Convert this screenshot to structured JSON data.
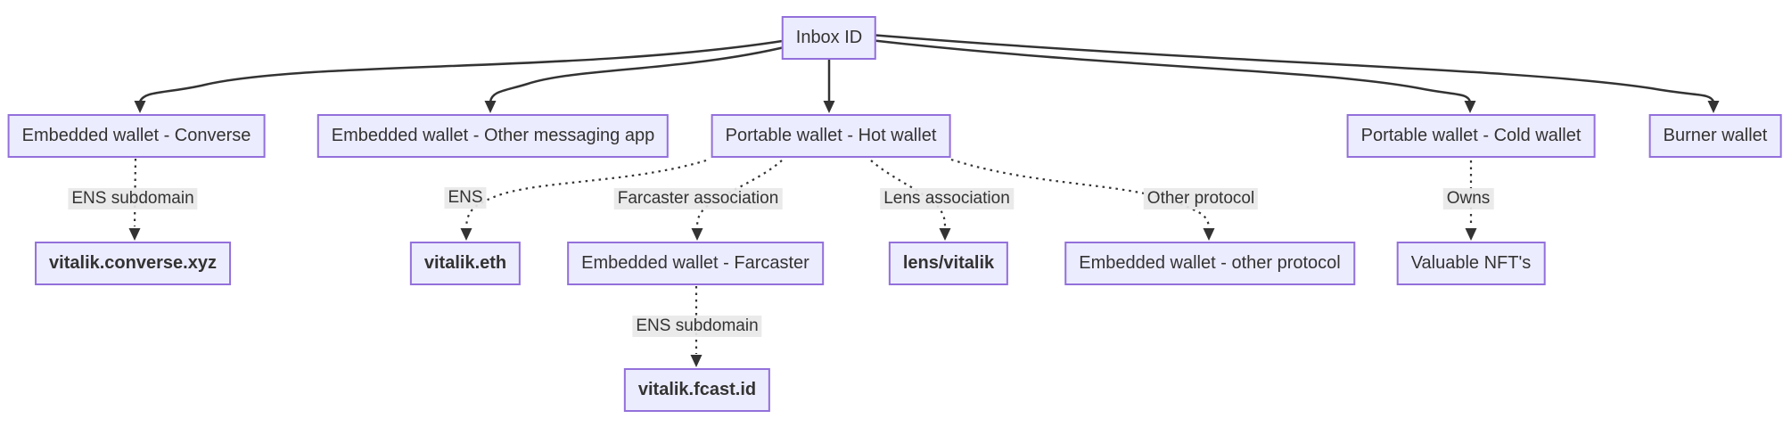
{
  "diagram": {
    "type": "flowchart-top-down",
    "nodes": {
      "inbox": "Inbox ID",
      "converse": "Embedded wallet - Converse",
      "other_messaging": "Embedded wallet - Other messaging app",
      "hot_wallet": "Portable wallet - Hot wallet",
      "cold_wallet": "Portable wallet - Cold wallet",
      "burner": "Burner wallet",
      "converse_xyz": "vitalik.converse.xyz",
      "vitalik_eth": "vitalik.eth",
      "farcaster": "Embedded wallet - Farcaster",
      "lens_vitalik": "lens/vitalik",
      "other_protocol_wallet": "Embedded wallet - other protocol",
      "valuable_nfts": "Valuable NFT's",
      "fcast_id": "vitalik.fcast.id"
    },
    "edge_labels": {
      "converse_ens_subdomain": "ENS subdomain",
      "ens": "ENS",
      "farcaster_association": "Farcaster association",
      "lens_association": "Lens association",
      "other_protocol": "Other protocol",
      "owns": "Owns",
      "farcaster_ens_subdomain": "ENS subdomain"
    },
    "edges": [
      {
        "from": "Inbox ID",
        "to": "Embedded wallet - Converse",
        "style": "solid",
        "label": ""
      },
      {
        "from": "Inbox ID",
        "to": "Embedded wallet - Other messaging app",
        "style": "solid",
        "label": ""
      },
      {
        "from": "Inbox ID",
        "to": "Portable wallet - Hot wallet",
        "style": "solid",
        "label": ""
      },
      {
        "from": "Inbox ID",
        "to": "Portable wallet - Cold wallet",
        "style": "solid",
        "label": ""
      },
      {
        "from": "Inbox ID",
        "to": "Burner wallet",
        "style": "solid",
        "label": ""
      },
      {
        "from": "Embedded wallet - Converse",
        "to": "vitalik.converse.xyz",
        "style": "dotted",
        "label": "ENS subdomain"
      },
      {
        "from": "Portable wallet - Hot wallet",
        "to": "vitalik.eth",
        "style": "dotted",
        "label": "ENS"
      },
      {
        "from": "Portable wallet - Hot wallet",
        "to": "Embedded wallet - Farcaster",
        "style": "dotted",
        "label": "Farcaster association"
      },
      {
        "from": "Portable wallet - Hot wallet",
        "to": "lens/vitalik",
        "style": "dotted",
        "label": "Lens association"
      },
      {
        "from": "Portable wallet - Hot wallet",
        "to": "Embedded wallet - other protocol",
        "style": "dotted",
        "label": "Other protocol"
      },
      {
        "from": "Portable wallet - Cold wallet",
        "to": "Valuable NFT's",
        "style": "dotted",
        "label": "Owns"
      },
      {
        "from": "Embedded wallet - Farcaster",
        "to": "vitalik.fcast.id",
        "style": "dotted",
        "label": "ENS subdomain"
      }
    ],
    "colors": {
      "node_fill": "#ECECFF",
      "node_border": "#9370DB",
      "edge_stroke": "#333333",
      "edge_label_bg": "#E8E8E8",
      "text": "#333333",
      "background": "#FFFFFF"
    }
  }
}
